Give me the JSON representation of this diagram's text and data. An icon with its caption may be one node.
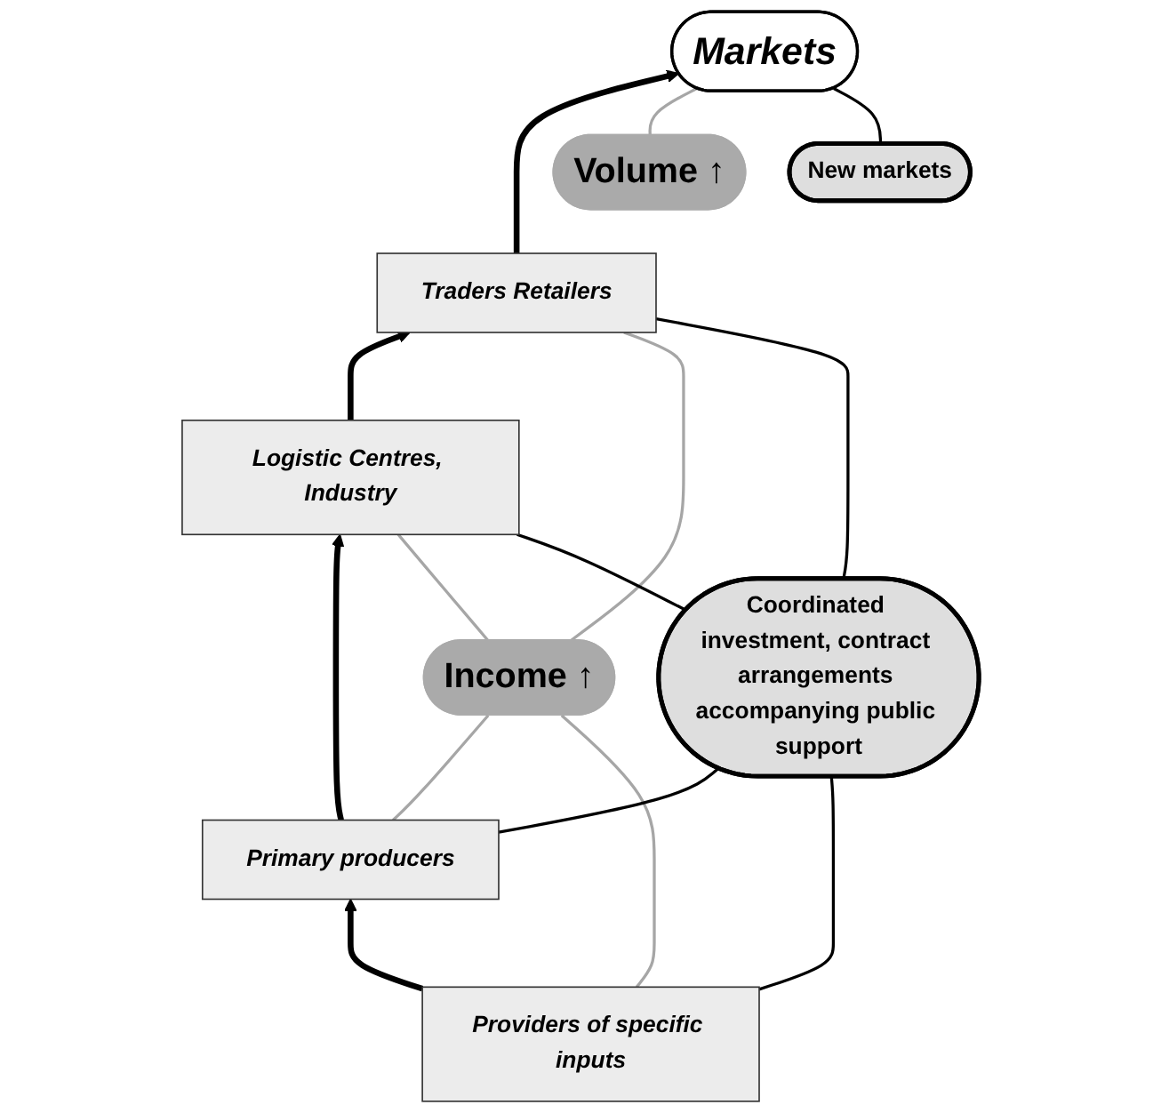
{
  "diagram": {
    "nodes": [
      {
        "text": [
          "Volume ↑"
        ]
      },
      {
        "text": [
          "Markets"
        ]
      },
      {
        "text": [
          "New markets"
        ]
      },
      {
        "text": [
          "Traders Retailers"
        ]
      },
      {
        "text": [
          "Logistic Centres, Industry"
        ]
      },
      {
        "text": [
          "Income ↑"
        ]
      },
      {
        "text": [
          "Primary producers"
        ]
      },
      {
        "text": [
          "Coordinated investment, contract arrangements accompanying public support"
        ]
      },
      {
        "text": [
          "Providers of specific inputs"
        ]
      }
    ],
    "edges": [
      {
        "from": 8,
        "to": 6,
        "arrow": "to",
        "style": "thick"
      },
      {
        "from": 6,
        "to": 4,
        "arrow": "to",
        "style": "thick"
      },
      {
        "from": 4,
        "to": 3,
        "arrow": "to",
        "style": "thick"
      },
      {
        "from": 3,
        "to": 1,
        "arrow": "to",
        "style": "thick"
      },
      {
        "from": 0,
        "to": 1,
        "arrow": "none",
        "color": "#a6a6a6"
      },
      {
        "from": 2,
        "to": 1,
        "arrow": "none"
      },
      {
        "from": 5,
        "to": 3,
        "arrow": "none",
        "color": "#a6a6a6"
      },
      {
        "from": 5,
        "to": 4,
        "arrow": "none",
        "color": "#a6a6a6"
      },
      {
        "from": 5,
        "to": 6,
        "arrow": "none",
        "color": "#a6a6a6"
      },
      {
        "from": 5,
        "to": 8,
        "arrow": "none",
        "color": "#a6a6a6"
      },
      {
        "from": 7,
        "to": 3,
        "arrow": "none"
      },
      {
        "from": 7,
        "to": 4,
        "arrow": "none"
      },
      {
        "from": 7,
        "to": 6,
        "arrow": "none"
      },
      {
        "from": 7,
        "to": 8,
        "arrow": "none"
      }
    ]
  }
}
